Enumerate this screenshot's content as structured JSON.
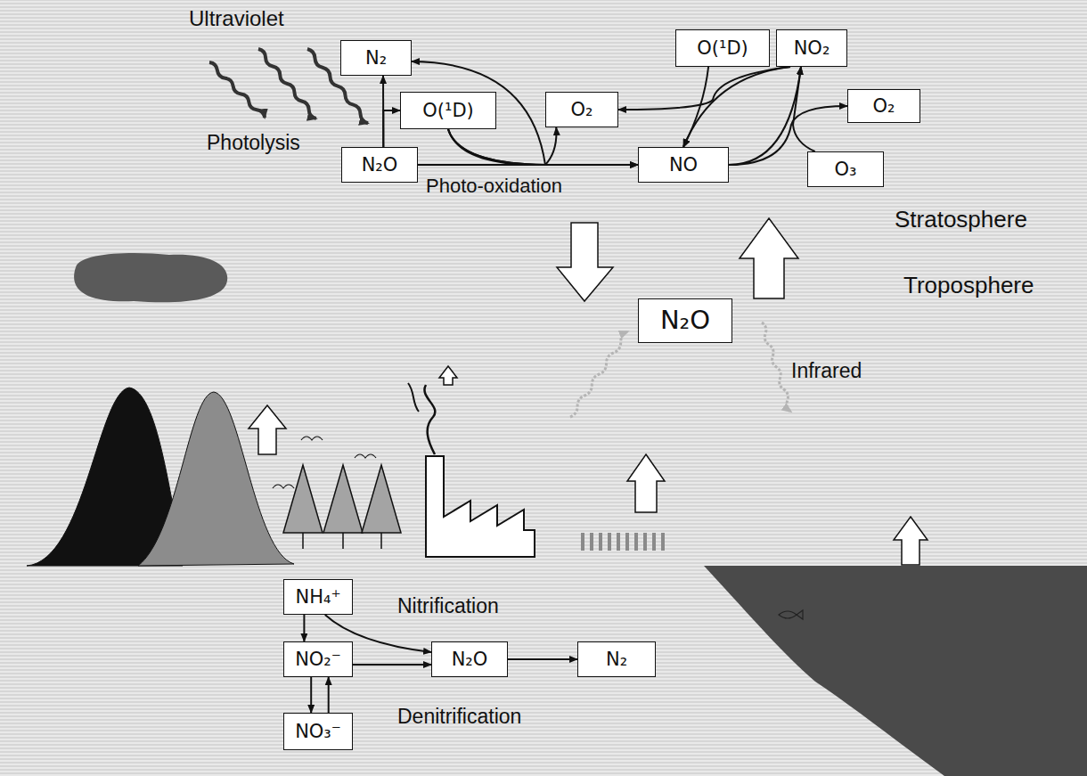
{
  "diagram": {
    "nodes": [
      {
        "text": [
          "N₂"
        ]
      },
      {
        "text": [
          "O(¹D)"
        ]
      },
      {
        "text": [
          "N₂O"
        ]
      },
      {
        "text": [
          "O₂"
        ]
      },
      {
        "text": [
          "O(¹D)"
        ]
      },
      {
        "text": [
          "NO₂"
        ]
      },
      {
        "text": [
          "NO"
        ]
      },
      {
        "text": [
          "O₂"
        ]
      },
      {
        "text": [
          "O₃"
        ]
      },
      {
        "text": [
          "N₂O"
        ]
      },
      {
        "text": [
          "NH₄⁺"
        ]
      },
      {
        "text": [
          "NO₂⁻"
        ]
      },
      {
        "text": [
          "N₂O"
        ]
      },
      {
        "text": [
          "N₂"
        ]
      },
      {
        "text": [
          "NO₃⁻"
        ]
      }
    ],
    "edges": [
      {
        "from": 2,
        "to": 0,
        "arrow": "to"
      },
      {
        "from": 2,
        "to": 1,
        "arrow": "to"
      },
      {
        "from": 2,
        "to": 6,
        "label": "Photo-oxidation",
        "arrow": "to"
      },
      {
        "from": 1,
        "to": 6,
        "arrow": "to"
      },
      {
        "from": 1,
        "to": 3,
        "arrow": "to"
      },
      {
        "from": 1,
        "to": 0,
        "arrow": "to"
      },
      {
        "from": 5,
        "to": 6,
        "arrow": "to"
      },
      {
        "from": 4,
        "to": 6,
        "arrow": "to"
      },
      {
        "from": 5,
        "to": 3,
        "arrow": "to"
      },
      {
        "from": 6,
        "to": 5,
        "arrow": "to"
      },
      {
        "from": 6,
        "to": 7,
        "arrow": "to"
      },
      {
        "from": 8,
        "to": 5,
        "arrow": "to"
      },
      {
        "from": 10,
        "to": 11,
        "arrow": "to"
      },
      {
        "from": 10,
        "to": 12,
        "arrow": "to"
      },
      {
        "from": 11,
        "to": 12,
        "arrow": "to"
      },
      {
        "from": 12,
        "to": 13,
        "arrow": "to"
      },
      {
        "from": 11,
        "to": 14,
        "arrow": "to"
      },
      {
        "from": 14,
        "to": 11,
        "arrow": "to"
      }
    ],
    "labels": [
      "Ultraviolet",
      "Photolysis",
      "Stratosphere",
      "Troposphere",
      "Infrared",
      "Nitrification",
      "Denitrification"
    ]
  }
}
